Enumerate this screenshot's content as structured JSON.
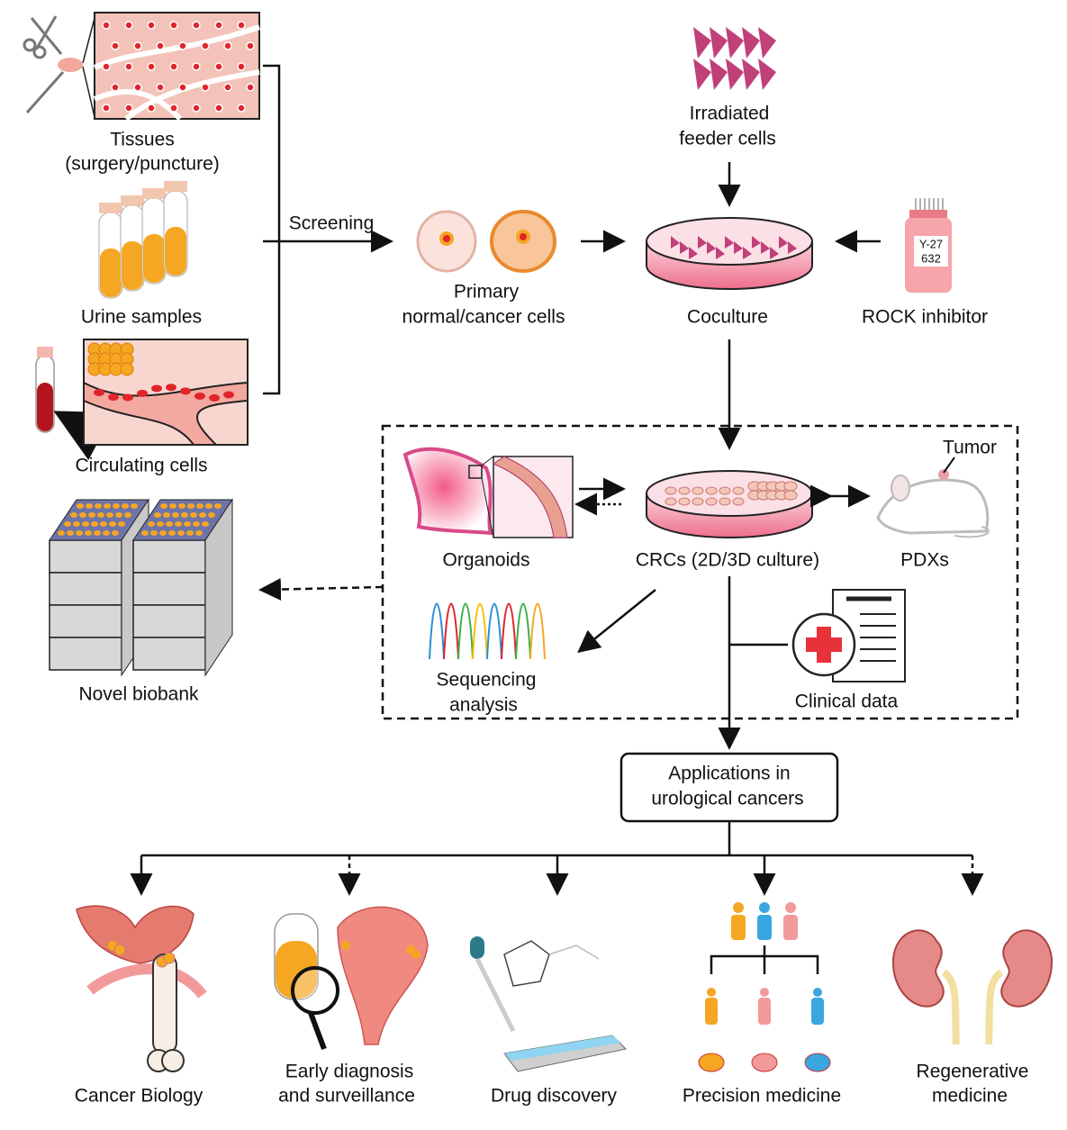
{
  "sources": {
    "tissues": {
      "line1": "Tissues",
      "line2": "(surgery/puncture)"
    },
    "urine": "Urine samples",
    "circulating": "Circulating cells"
  },
  "screening_label": "Screening",
  "primary_cells": {
    "line1": "Primary",
    "line2": "normal/cancer cells"
  },
  "feeder_cells": {
    "line1": "Irradiated",
    "line2": "feeder cells"
  },
  "coculture": "Coculture",
  "rock_inhibitor": {
    "label": "ROCK inhibitor",
    "bottle_line1": "Y-27",
    "bottle_line2": "632"
  },
  "crc_box": {
    "organoids": "Organoids",
    "crcs": "CRCs (2D/3D culture)",
    "pdxs": "PDXs",
    "tumor": "Tumor",
    "sequencing": {
      "line1": "Sequencing",
      "line2": "analysis"
    },
    "clinical": "Clinical data"
  },
  "biobank": "Novel biobank",
  "applications": {
    "line1": "Applications in",
    "line2": "urological cancers"
  },
  "outcomes": [
    {
      "line1": "Cancer Biology",
      "line2": ""
    },
    {
      "line1": "Early diagnosis",
      "line2": "and surveillance"
    },
    {
      "line1": "Drug discovery",
      "line2": ""
    },
    {
      "line1": "Precision medicine",
      "line2": ""
    },
    {
      "line1": "Regenerative",
      "line2": "medicine"
    }
  ],
  "colors": {
    "tissue_pink": "#f2b8b0",
    "orange": "#f5a623",
    "red": "#e0262c",
    "magenta": "#c0407a",
    "blue": "#3aa6e0",
    "pink_dish": "#f08aa0"
  }
}
